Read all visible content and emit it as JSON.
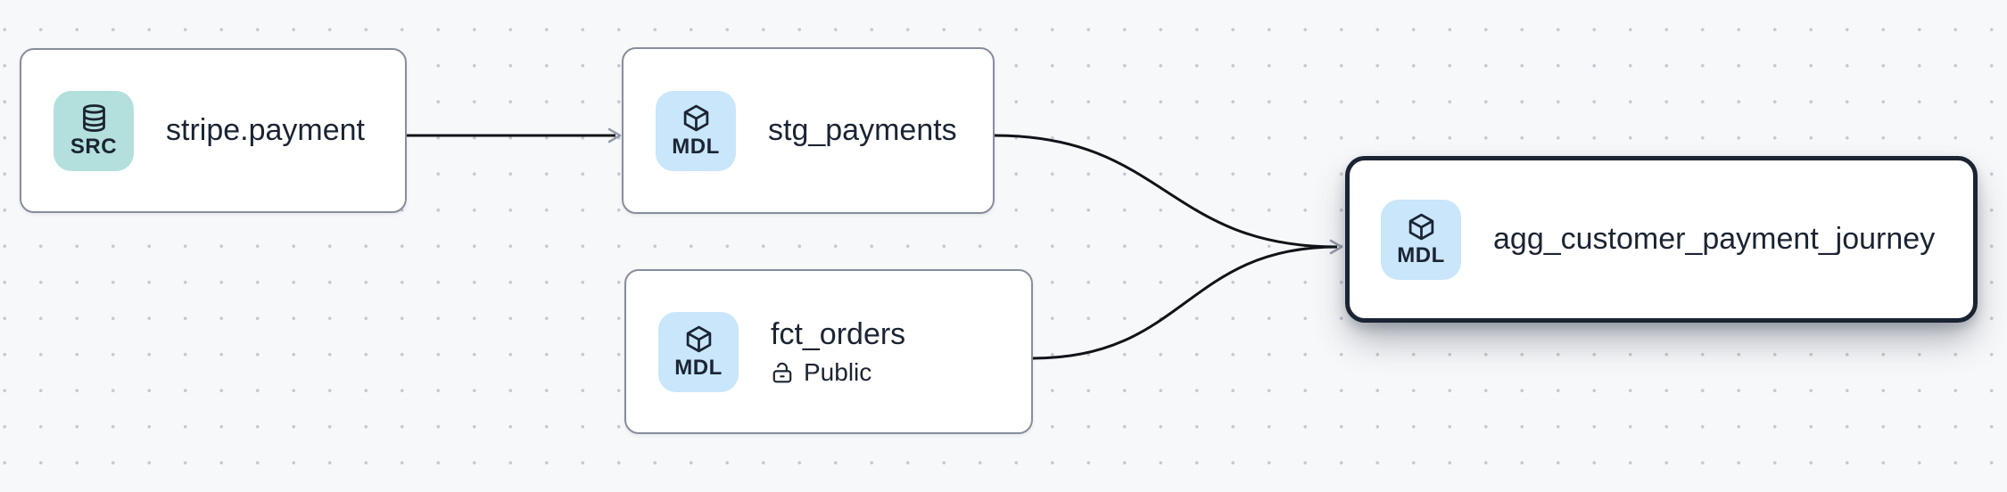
{
  "canvas": {
    "background_color": "#f7f8fa",
    "dot_color": "#c6c9d1"
  },
  "colors": {
    "node_background": "#ffffff",
    "node_border": "#868d9c",
    "selected_node_border": "#1b2433",
    "text": "#1b2433",
    "edge_line": "#101318",
    "arrowhead": "#959caa",
    "source_badge_background": "#b3e0dc",
    "model_badge_background": "#c9e6fa"
  },
  "nodes": [
    {
      "title": "stripe.payment",
      "badge_label": "SRC",
      "icon": "database-icon",
      "kind": "source",
      "selected": false
    },
    {
      "title": "stg_payments",
      "badge_label": "MDL",
      "icon": "cube-icon",
      "kind": "model",
      "selected": false
    },
    {
      "title": "fct_orders",
      "badge_label": "MDL",
      "icon": "cube-icon",
      "kind": "model",
      "access_label": "Public",
      "access_icon": "unlock-icon",
      "selected": false
    },
    {
      "title": "agg_customer_payment_journey",
      "badge_label": "MDL",
      "icon": "cube-icon",
      "kind": "model",
      "selected": true
    }
  ],
  "edges": [
    {
      "from": "stripe.payment",
      "to": "stg_payments"
    },
    {
      "from": "stg_payments",
      "to": "agg_customer_payment_journey"
    },
    {
      "from": "fct_orders",
      "to": "agg_customer_payment_journey"
    }
  ]
}
